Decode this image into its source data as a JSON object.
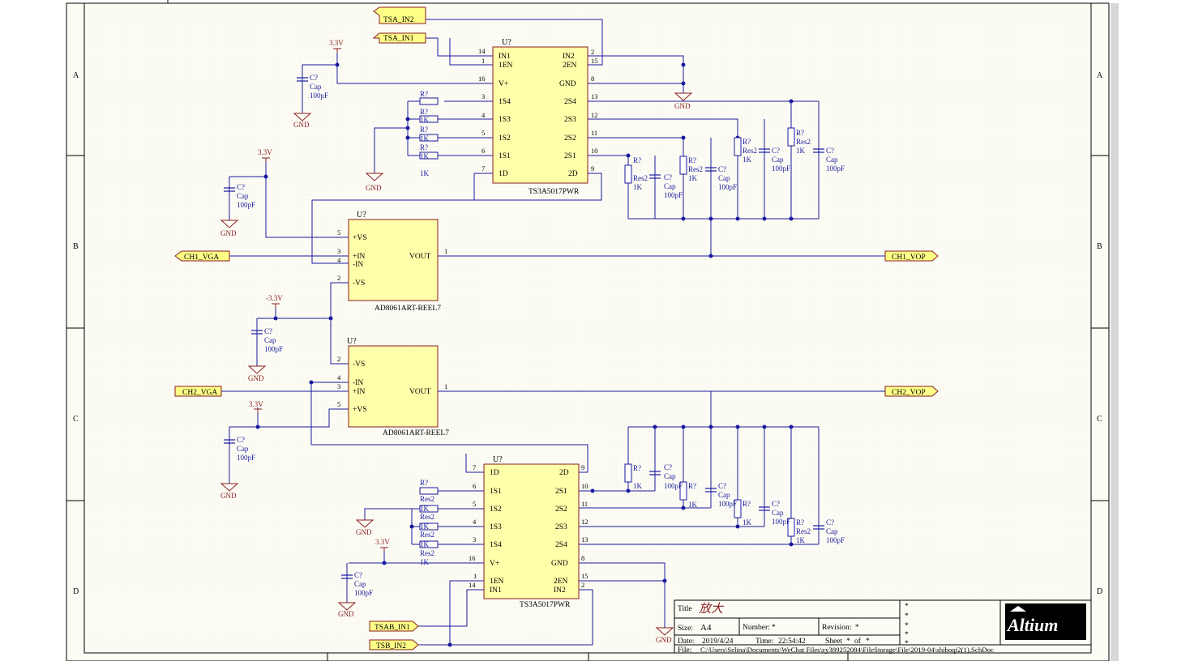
{
  "border": {
    "rows": [
      "A",
      "B",
      "C",
      "D"
    ]
  },
  "power": {
    "p33": "3.3V",
    "n33": "-3.3V",
    "gnd": "GND"
  },
  "part": {
    "ref": "U?",
    "rref": "R?",
    "cref": "C?",
    "switch_name": "TS3A5017PWR",
    "amp_name": "AD8061ART-REEL7",
    "cap_type": "Cap",
    "cap_val": "100pF",
    "res_type": "Res2",
    "res_val": "1K"
  },
  "ports": {
    "tsa_in2": "TSA_IN2",
    "tsa_in1": "TSA_IN1",
    "ch1_vga": "CH1_VGA",
    "ch1_vop": "CH1_VOP",
    "ch2_vga": "CH2_VGA",
    "ch2_vop": "CH2_VOP",
    "tsab_in1": "TSAB_IN1",
    "tsb_in2": "TSB_IN2"
  },
  "pins": {
    "in1": "IN1",
    "en1": "1EN",
    "vplus": "V+",
    "s4": "1S4",
    "s3": "1S3",
    "s2": "1S2",
    "s1": "1S1",
    "d1": "1D",
    "in2": "IN2",
    "en2": "2EN",
    "gnd": "GND",
    "t4": "2S4",
    "t3": "2S3",
    "t2": "2S2",
    "t1": "2S1",
    "d2": "2D",
    "pvs": "+VS",
    "pin": "+IN",
    "nin": "-IN",
    "nvs": "-VS",
    "vout": "VOUT"
  },
  "title_block": {
    "title_label": "Title",
    "title_value": "放大",
    "size_label": "Size:",
    "size_value": "A4",
    "number_label": "Number:",
    "number_value": "*",
    "revision_label": "Revision:",
    "revision_value": "*",
    "date_label": "Date:",
    "date_value": "2019/4/24",
    "time_label": "Time:",
    "time_value": "22:54:42",
    "sheet_label": "Sheet",
    "sheet_value": "*",
    "of_label": "of",
    "of_value": "*",
    "file_label": "File:",
    "file_value": "C:\\Users\\Selina\\Documents\\WeChat Files\\zy389252084\\FileStorage\\File\\2019-04\\shiboqi2(1).SchDoc",
    "star": "*",
    "logo": "Altium"
  }
}
